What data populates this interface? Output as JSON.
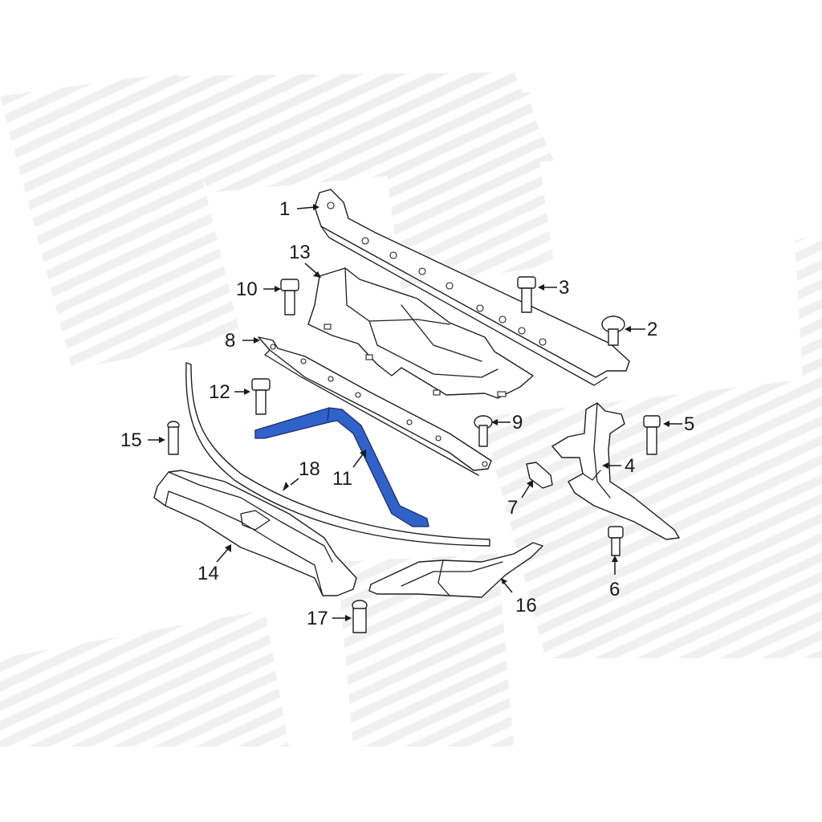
{
  "diagram": {
    "highlight_color": "#2f63c9",
    "callouts": [
      {
        "id": "1",
        "label": "1"
      },
      {
        "id": "2",
        "label": "2"
      },
      {
        "id": "3",
        "label": "3"
      },
      {
        "id": "4",
        "label": "4"
      },
      {
        "id": "5",
        "label": "5"
      },
      {
        "id": "6",
        "label": "6"
      },
      {
        "id": "7",
        "label": "7"
      },
      {
        "id": "8",
        "label": "8"
      },
      {
        "id": "9",
        "label": "9"
      },
      {
        "id": "10",
        "label": "10"
      },
      {
        "id": "11",
        "label": "11"
      },
      {
        "id": "12",
        "label": "12"
      },
      {
        "id": "13",
        "label": "13"
      },
      {
        "id": "14",
        "label": "14"
      },
      {
        "id": "15",
        "label": "15"
      },
      {
        "id": "16",
        "label": "16"
      },
      {
        "id": "17",
        "label": "17"
      },
      {
        "id": "18",
        "label": "18"
      }
    ]
  }
}
